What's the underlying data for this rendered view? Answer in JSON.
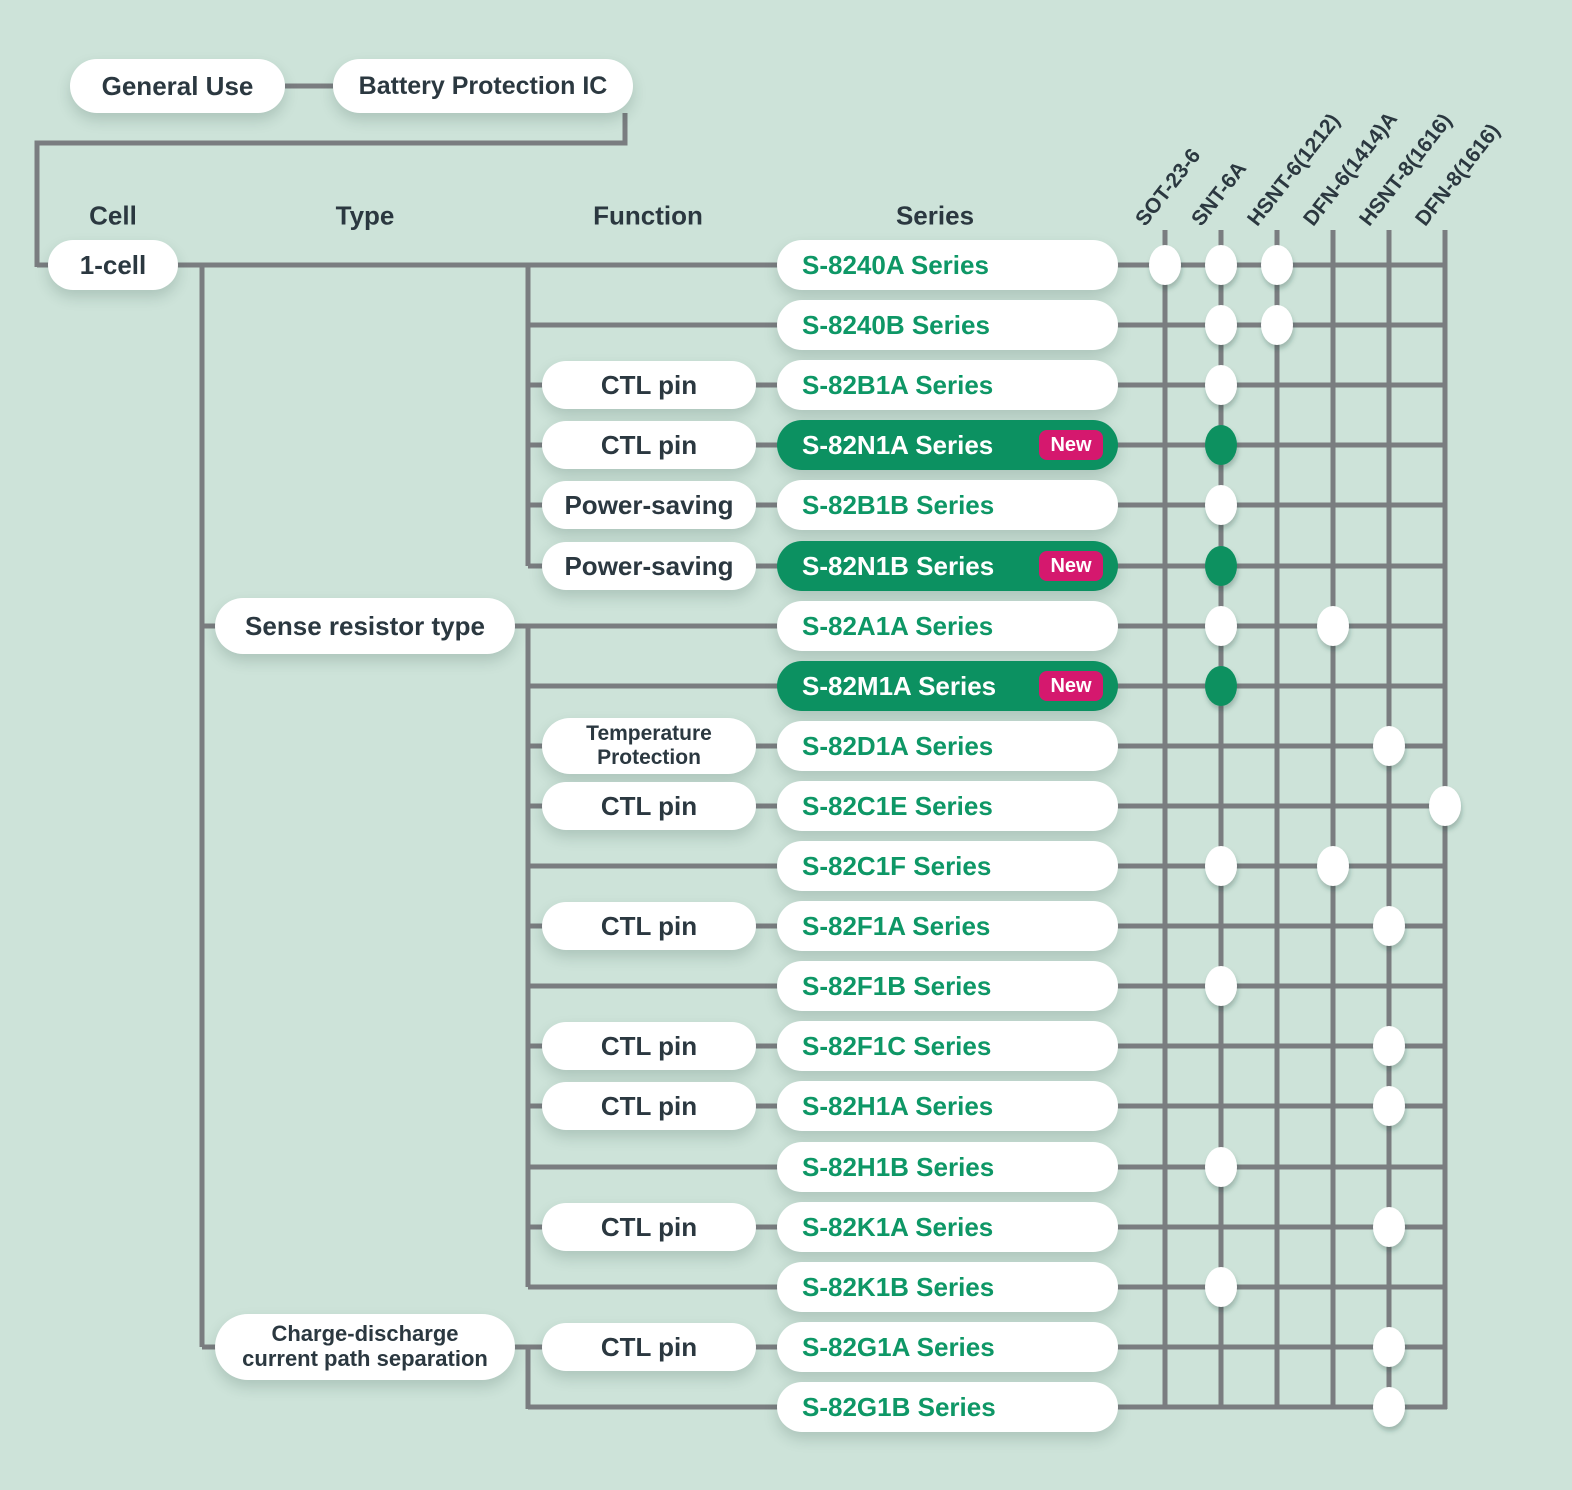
{
  "palette": {
    "background": "#cde3d9",
    "line_gray": "#7a7d80",
    "text_navy": "#2b3840",
    "series_green": "#0e9766",
    "highlight_green": "#0c9161",
    "new_badge_pink": "#d5186e",
    "node_white": "#ffffff"
  },
  "breadcrumb": {
    "root": "General Use",
    "category": "Battery Protection IC"
  },
  "column_headers": {
    "cell": "Cell",
    "type": "Type",
    "function": "Function",
    "series": "Series"
  },
  "packages": [
    "SOT-23-6",
    "SNT-6A",
    "HSNT-6(1212)",
    "DFN-6(1414)A",
    "HSNT-8(1616)",
    "DFN-8(1616)"
  ],
  "cell": {
    "label": "1-cell"
  },
  "type_groups": [
    {
      "label_lines": [
        "Sense resistor type"
      ],
      "row_index": 6
    },
    {
      "label_lines": [
        "Charge-discharge",
        "current path separation"
      ],
      "row_index": 18
    }
  ],
  "new_badge_label": "New",
  "rows": [
    {
      "series": "S-8240A Series",
      "function_lines": null,
      "is_new": false,
      "package_dots": [
        0,
        1,
        2
      ]
    },
    {
      "series": "S-8240B Series",
      "function_lines": null,
      "is_new": false,
      "package_dots": [
        1,
        2
      ]
    },
    {
      "series": "S-82B1A Series",
      "function_lines": [
        "CTL pin"
      ],
      "is_new": false,
      "package_dots": [
        1
      ]
    },
    {
      "series": "S-82N1A Series",
      "function_lines": [
        "CTL pin"
      ],
      "is_new": true,
      "package_dots": [
        1
      ]
    },
    {
      "series": "S-82B1B Series",
      "function_lines": [
        "Power-saving"
      ],
      "is_new": false,
      "package_dots": [
        1
      ]
    },
    {
      "series": "S-82N1B Series",
      "function_lines": [
        "Power-saving"
      ],
      "is_new": true,
      "package_dots": [
        1
      ]
    },
    {
      "series": "S-82A1A Series",
      "function_lines": null,
      "is_new": false,
      "package_dots": [
        1,
        3
      ]
    },
    {
      "series": "S-82M1A Series",
      "function_lines": null,
      "is_new": true,
      "package_dots": [
        1
      ]
    },
    {
      "series": "S-82D1A Series",
      "function_lines": [
        "Temperature",
        "Protection"
      ],
      "is_new": false,
      "package_dots": [
        4
      ]
    },
    {
      "series": "S-82C1E Series",
      "function_lines": [
        "CTL pin"
      ],
      "is_new": false,
      "package_dots": [
        5
      ]
    },
    {
      "series": "S-82C1F Series",
      "function_lines": null,
      "is_new": false,
      "package_dots": [
        1,
        3
      ]
    },
    {
      "series": "S-82F1A Series",
      "function_lines": [
        "CTL pin"
      ],
      "is_new": false,
      "package_dots": [
        4
      ]
    },
    {
      "series": "S-82F1B Series",
      "function_lines": null,
      "is_new": false,
      "package_dots": [
        1
      ]
    },
    {
      "series": "S-82F1C Series",
      "function_lines": [
        "CTL pin"
      ],
      "is_new": false,
      "package_dots": [
        4
      ]
    },
    {
      "series": "S-82H1A Series",
      "function_lines": [
        "CTL pin"
      ],
      "is_new": false,
      "package_dots": [
        4
      ]
    },
    {
      "series": "S-82H1B Series",
      "function_lines": null,
      "is_new": false,
      "package_dots": [
        1
      ]
    },
    {
      "series": "S-82K1A Series",
      "function_lines": [
        "CTL pin"
      ],
      "is_new": false,
      "package_dots": [
        4
      ]
    },
    {
      "series": "S-82K1B Series",
      "function_lines": null,
      "is_new": false,
      "package_dots": [
        1
      ]
    },
    {
      "series": "S-82G1A Series",
      "function_lines": [
        "CTL pin"
      ],
      "is_new": false,
      "package_dots": [
        4
      ]
    },
    {
      "series": "S-82G1B Series",
      "function_lines": null,
      "is_new": false,
      "package_dots": [
        4
      ]
    }
  ]
}
